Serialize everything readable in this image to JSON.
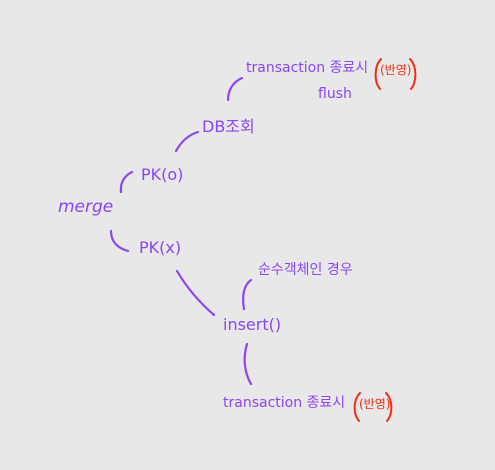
{
  "background": "#e9e8e9",
  "ink_color": "#8a46f0",
  "highlight_color": "#ef2e14",
  "diagram": {
    "root": "merge",
    "upper_branch": {
      "label": "PK(o)",
      "next": "DB조회",
      "end_note": "transaction 종료시",
      "end_action": "flush",
      "end_badge": "(반영)"
    },
    "lower_branch": {
      "label": "PK(x)",
      "next": "insert()",
      "side_note": "순수객체인 경우",
      "end_note": "transaction 종료시",
      "end_badge": "(반영)"
    }
  }
}
